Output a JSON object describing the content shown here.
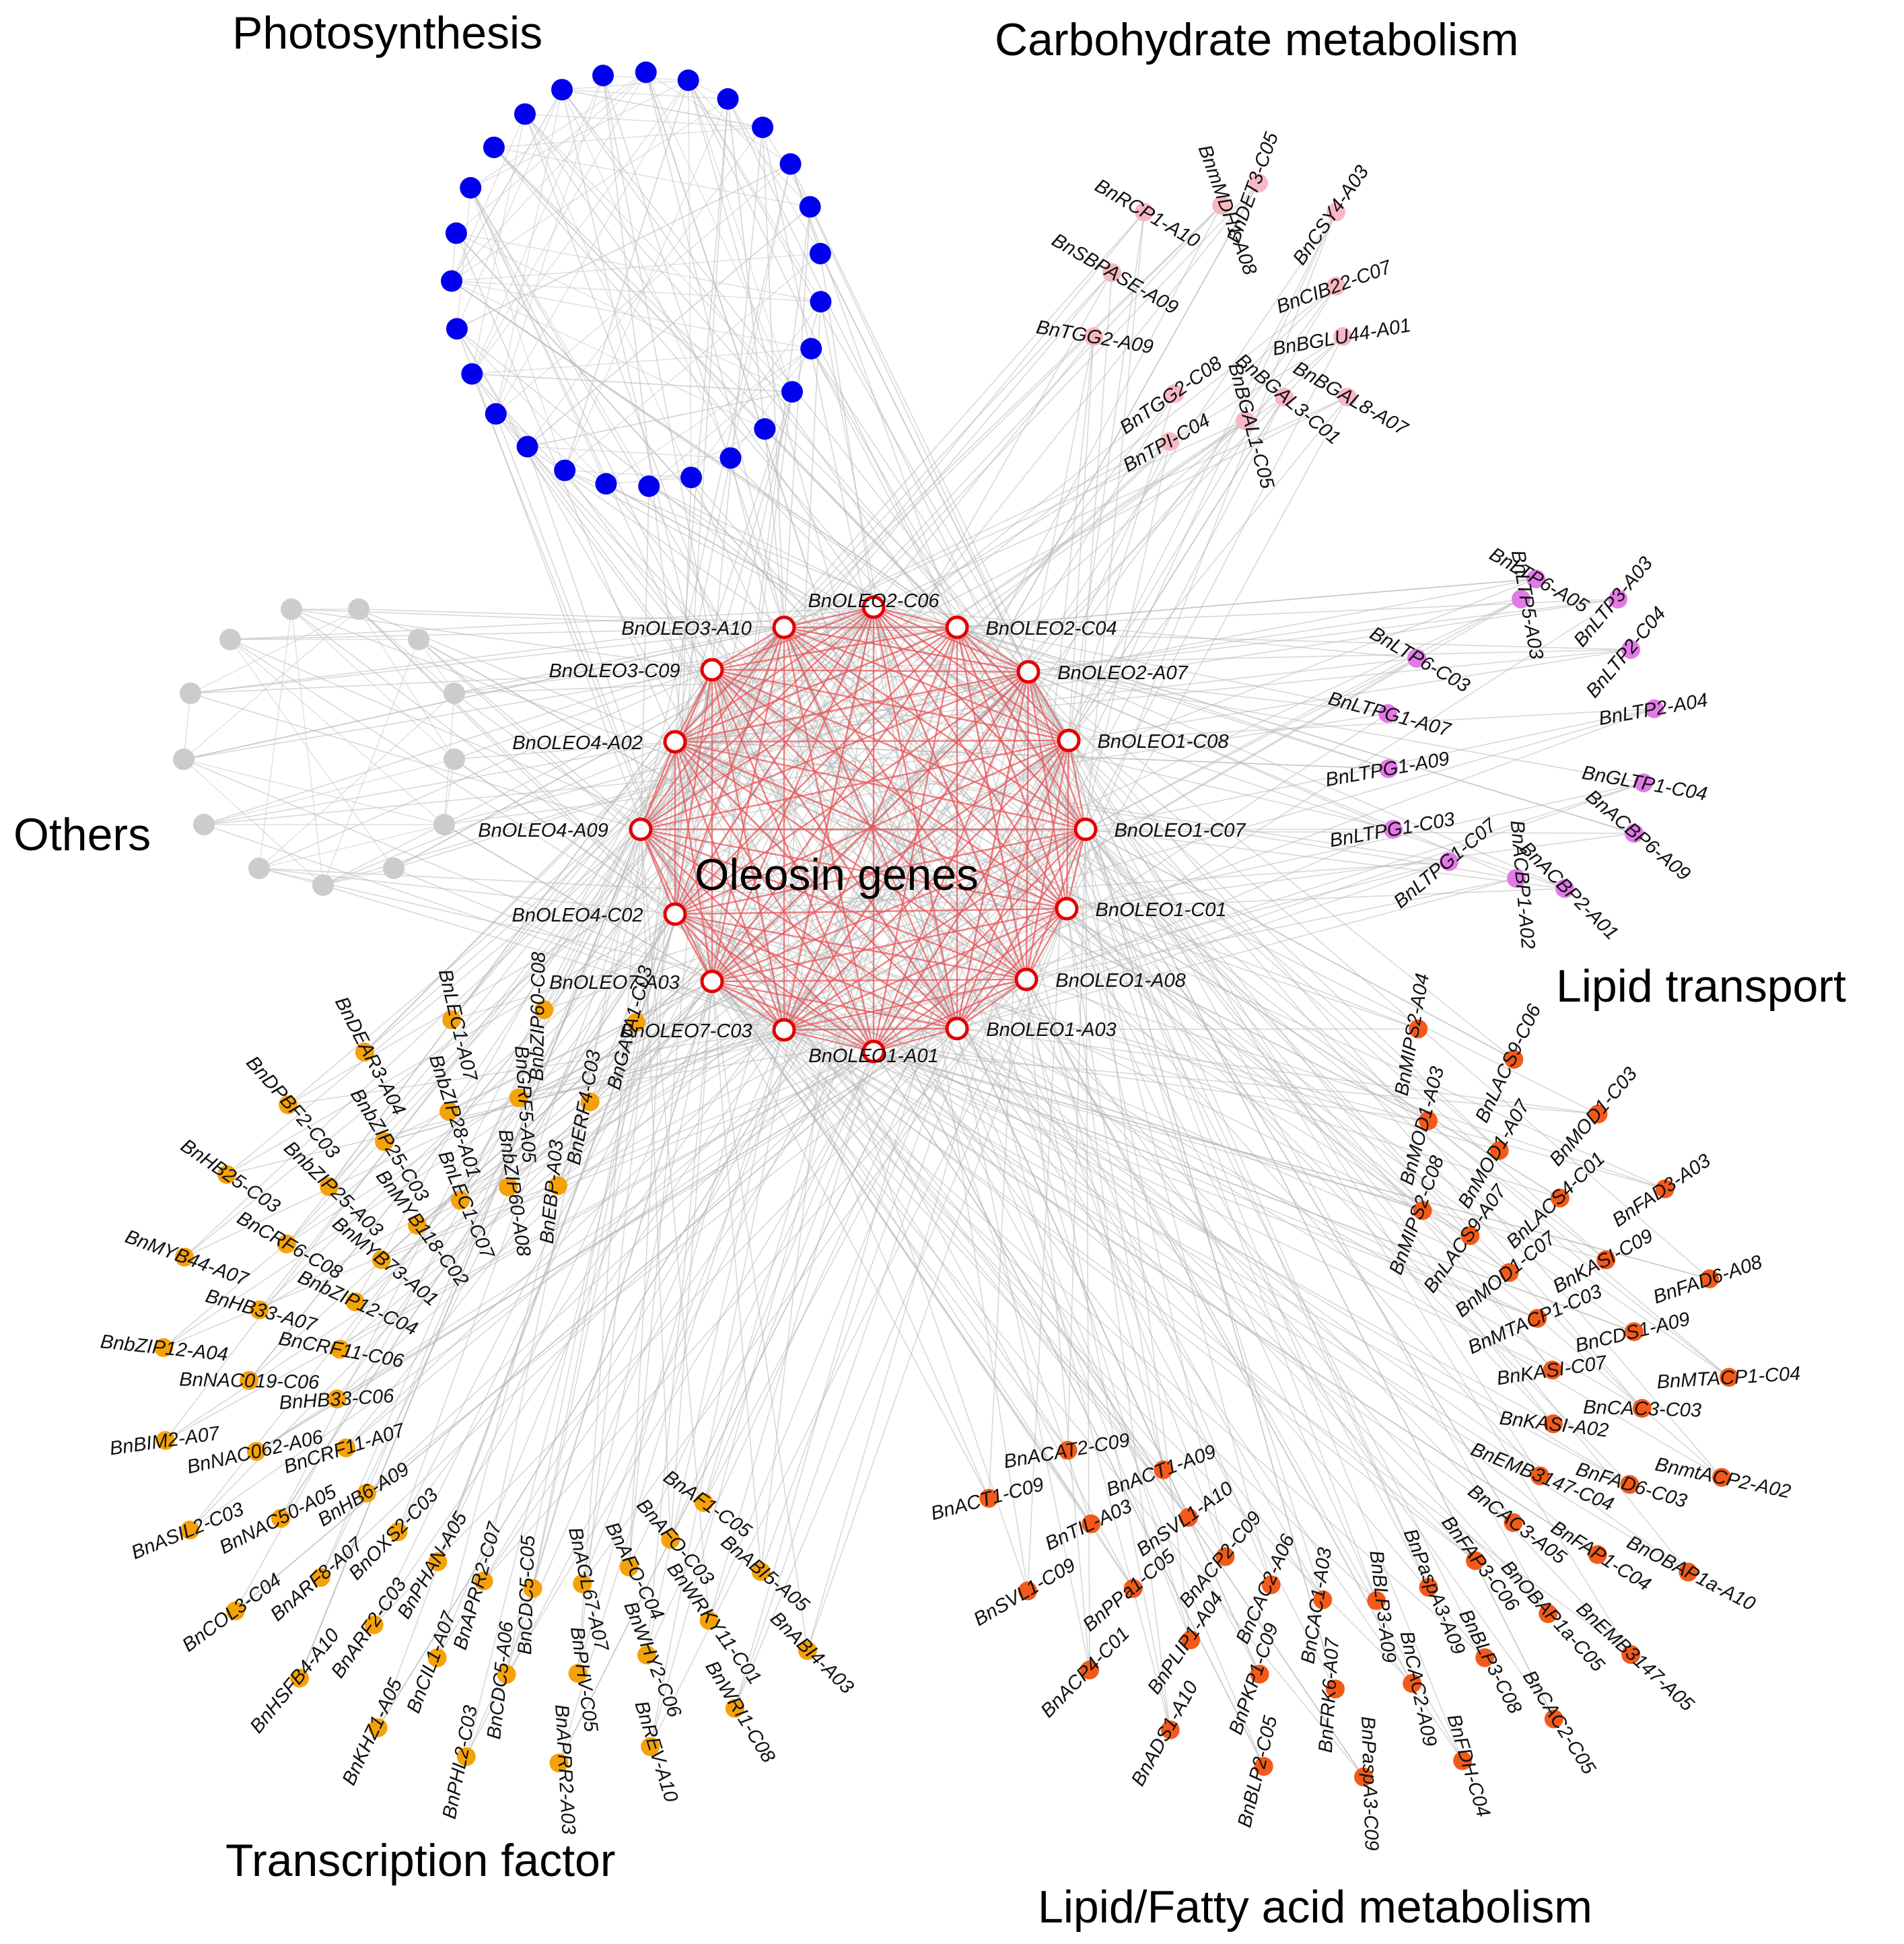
{
  "diagram": {
    "center_title": "Oleosin genes",
    "groups": [
      {
        "id": "photo",
        "title": "Photosynthesis",
        "color": "#0000ee"
      },
      {
        "id": "carb",
        "title": "Carbohydrate metabolism",
        "color": "#f7b8c3"
      },
      {
        "id": "lipidtr",
        "title": "Lipid transport",
        "color": "#e27ae6"
      },
      {
        "id": "others",
        "title": "Others",
        "color": "#cccccc"
      },
      {
        "id": "tf",
        "title": "Transcription factor",
        "color": "#f5a20a"
      },
      {
        "id": "fa",
        "title": "Lipid/Fatty acid  metabolism",
        "color": "#f25a1a"
      }
    ],
    "oleosin": [
      "BnOLEO2-C06",
      "BnOLEO3-A10",
      "BnOLEO2-C04",
      "BnOLEO3-C09",
      "BnOLEO2-A07",
      "BnOLEO4-A02",
      "BnOLEO1-C08",
      "BnOLEO4-A09",
      "BnOLEO1-C07",
      "BnOLEO4-C02",
      "BnOLEO1-C01",
      "BnOLEO7-A03",
      "BnOLEO1-A08",
      "BnOLEO7-C03",
      "BnOLEO1-A03",
      "BnOLEO1-A01"
    ],
    "carb": [
      "BnRCP1-A10",
      "BnmMDH1-A08",
      "BnDET3-C05",
      "BnCSY4-A03",
      "BnSBPASE-A09",
      "BnCIB22-C07",
      "BnTGG2-A09",
      "BnBGLU44-A01",
      "BnTGG2-C08",
      "BnBGAL8-A07",
      "BnTPI-C04",
      "BnBGAL1-C05",
      "BnBGAL3-C01"
    ],
    "lipidtr": [
      "BnLTP6-A05",
      "BnLTP5-A03",
      "BnLTP3-A03",
      "BnLTP6-C03",
      "BnLTP2-C04",
      "BnLTPG1-A07",
      "BnLTP2-A04",
      "BnLTPG1-A09",
      "BnGLTP1-C04",
      "BnLTPG1-C03",
      "BnACBP6-A09",
      "BnLTPG1-C07",
      "BnACBP1-A02",
      "BnACBP2-A01"
    ],
    "tf": [
      "BnGATA1-C03",
      "BnERF4-C03",
      "BnEBP-A03",
      "BnbZIP60-C08",
      "BnGRF5-A05",
      "BnbZIP60-A08",
      "BnLEC1-A07",
      "BnbZIP28-A01",
      "BnLEC1-C07",
      "BnDEAR3-A04",
      "BnbZIP25-C03",
      "BnMYB118-C02",
      "BnDPBF2-C03",
      "BnbZIP25-A03",
      "BnMYB73-A01",
      "BnHB25-C03",
      "BnCRF6-C08",
      "BnbZIP12-C04",
      "BnMYB44-A07",
      "BnHB33-A07",
      "BnCRF11-C06",
      "BnbZIP12-A04",
      "BnNAC019-C06",
      "BnHB33-C06",
      "BnBIM2-A07",
      "BnNAC062-A06",
      "BnCRF11-A07",
      "BnASIL2-C03",
      "BnNAC50-A05",
      "BnHB6-A09",
      "BnCOL3-C04",
      "BnARF8-A07",
      "BnOXS2-C03",
      "BnHSFB4-A10",
      "BnARF2-C03",
      "BnPHAN-A05",
      "BnKHZ1-A05",
      "BnCIL1-A07",
      "BnAPRR2-C07",
      "BnPHL2-C03",
      "BnCDC5-A06",
      "BnCDC5-C05",
      "BnAPRR2-A03",
      "BnPHV-C05",
      "BnAGL67-A07",
      "BnREV-A10",
      "BnWHY2-C06",
      "BnAFO-C04",
      "BnWRI1-C08",
      "BnWRKY11-C01",
      "BnAFO-C03",
      "BnABI4-A03",
      "BnABI5-A05",
      "BnAF1-C05"
    ],
    "fa": [
      "BnMIPS2-A04",
      "BnMOD1-A03",
      "BnMIPS2-C08",
      "BnLACS9-C06",
      "BnMOD1-A07",
      "BnLACS9-A07",
      "BnMOD1-C03",
      "BnLACS4-C01",
      "BnMOD1-C07",
      "BnFAD3-A03",
      "BnKASI-C09",
      "BnMTACP1-C03",
      "BnFAD6-A08",
      "BnCDS1-A09",
      "BnKASI-C07",
      "BnMTACP1-C04",
      "BnCAC3-C03",
      "BnKASI-A02",
      "BnmtACP2-A02",
      "BnFAD6-C03",
      "BnEMB3147-C04",
      "BnOBAP1a-A10",
      "BnFAP1-C04",
      "BnCAC3-A05",
      "BnEMB3147-A05",
      "BnOBAP1a-C05",
      "BnFAP3-C06",
      "BnCAC2-C05",
      "BnBLP3-C08",
      "BnPaspA3-A09",
      "BnFDH-C04",
      "BnCAC2-A09",
      "BnBLP3-A09",
      "BnPaspA3-C09",
      "BnFRK6-A07",
      "BnCAC1-A03",
      "BnBLP2-C05",
      "BnPKP1-C09",
      "BnCAC2-A06",
      "BnADS1-A10",
      "BnPLIP1-A04",
      "BnACP2-C09",
      "BnACP4-C01",
      "BnPPa1-C05",
      "BnSVL1-A10",
      "BnSVL1-C09",
      "BnTIL-A03",
      "BnACT1-A09",
      "BnACT1-C09",
      "BnACAT2-C09"
    ]
  }
}
